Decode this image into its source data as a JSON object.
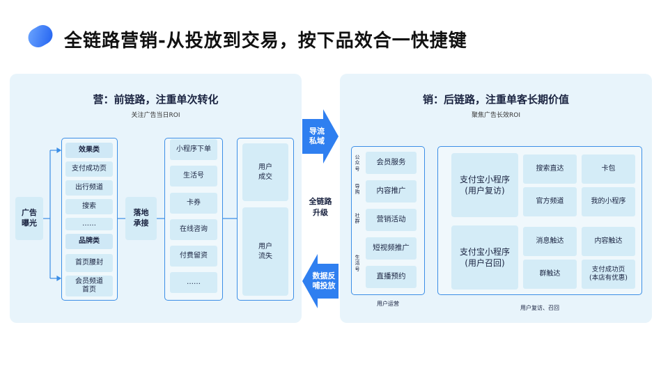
{
  "title": "全链路营销-从投放到交易，按下品效合一快捷键",
  "left": {
    "heading": "营：前链路，注重单次转化",
    "subheading": "关注广告当日ROI",
    "start_label": "广告\n曝光",
    "col1": [
      "效果类",
      "支付成功页",
      "出行频道",
      "搜索",
      "……",
      "品牌类",
      "首页腰封",
      "会员频道\n首页"
    ],
    "landing_label": "落地\n承接",
    "col2": [
      "小程序下单",
      "生活号",
      "卡券",
      "在线咨询",
      "付费留资",
      "……"
    ],
    "result_top": "用户\n成交",
    "result_bottom": "用户\n流失"
  },
  "middle": {
    "arrow_right": "导流\n私域",
    "center": "全链路\n升级",
    "arrow_left": "数据反\n哺投放"
  },
  "right": {
    "heading": "销：后链路，注重单客长期价值",
    "subheading": "聚焦广告长效ROI",
    "side_labels": [
      "公\n众\n号",
      "导\n购",
      "社\n群",
      "生\n活\n号"
    ],
    "ops_items": [
      "会员服务",
      "内容推广",
      "营销活动",
      "短视频推广",
      "直播预约"
    ],
    "ops_footnote": "用户运营",
    "app_top": "支付宝小程序\n(用户复访)",
    "app_bottom": "支付宝小程序\n(用户召回)",
    "grid": [
      "搜索直达",
      "卡包",
      "官方频道",
      "我的小程序",
      "消息触达",
      "内容触达",
      "群触达",
      "支付成功页\n(本店有优惠)"
    ],
    "grid_footnote": "用户复访、召回"
  },
  "colors": {
    "accent": "#3b8ee6",
    "arrow": "#2f7ff0",
    "panel": "#e8f4fb",
    "item": "#d4ecf7"
  }
}
